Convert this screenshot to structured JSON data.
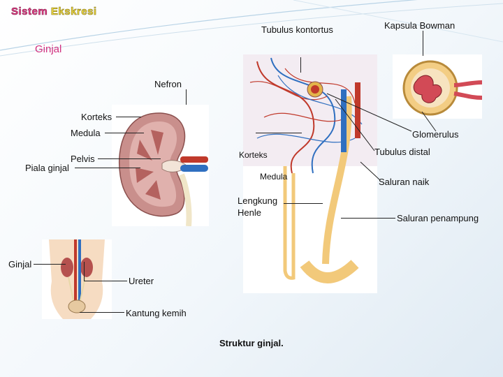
{
  "slide": {
    "title_word_1": "Sistem",
    "title_word_2": "Ekskresi",
    "section_heading": "Ginjal",
    "caption": "Struktur ginjal."
  },
  "labels": {
    "tubulus_kontortus": "Tubulus kontortus",
    "kapsula_bowman": "Kapsula Bowman",
    "nefron": "Nefron",
    "korteks_kidney": "Korteks",
    "medula_kidney": "Medula",
    "glomerulus": "Glomerulus",
    "tubulus_distal": "Tubulus distal",
    "pelvis": "Pelvis",
    "piala_ginjal": "Piala ginjal",
    "korteks_nephron": "Korteks",
    "medula_nephron": "Medula",
    "saluran_naik": "Saluran naik",
    "lengkung_henle_1": "Lengkung",
    "lengkung_henle_2": "Henle",
    "saluran_penampung": "Saluran penampung",
    "ginjal_body": "Ginjal",
    "ureter": "Ureter",
    "kantung_kemih": "Kantung kemih"
  }
}
